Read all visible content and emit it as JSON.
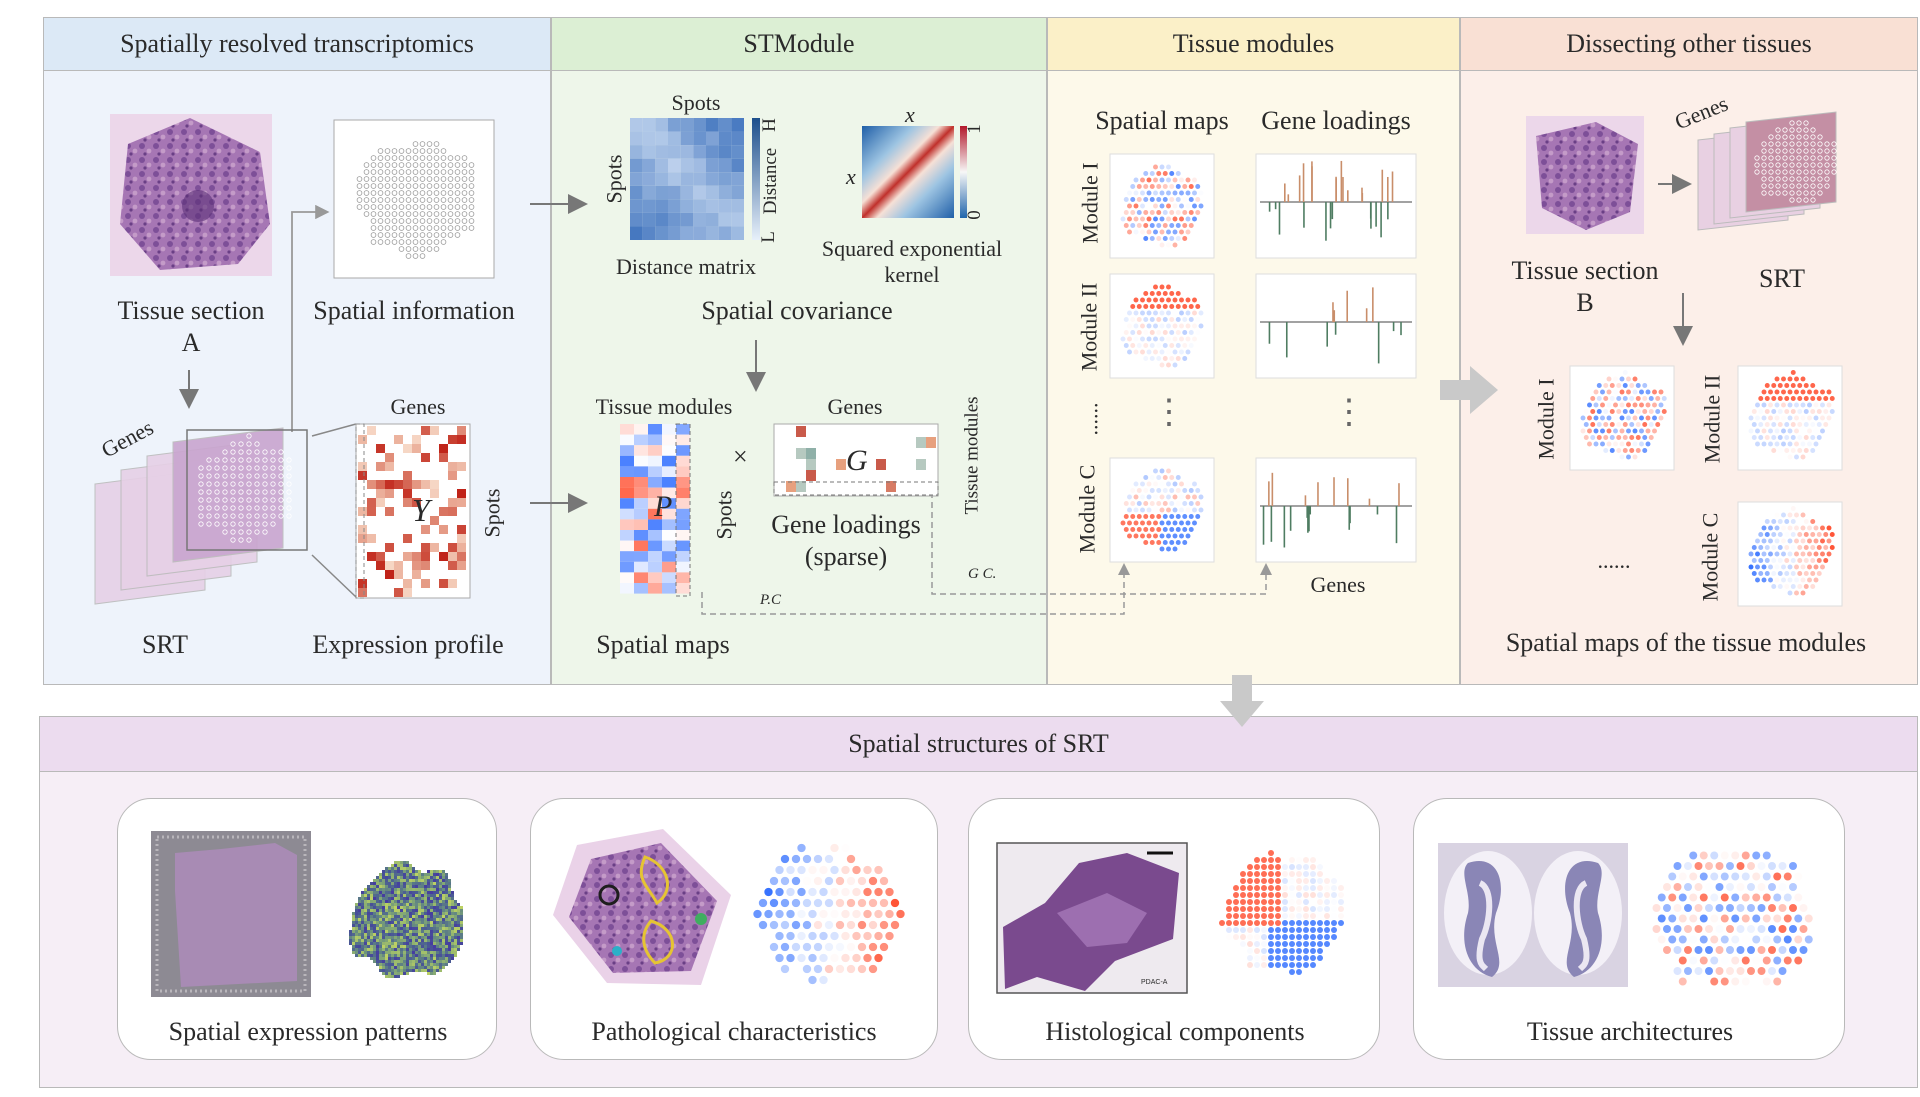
{
  "panels": {
    "srt": {
      "title": "Spatially resolved transcriptomics",
      "tissue_section": "Tissue section",
      "tissue_section_id": "A",
      "spatial_information": "Spatial information",
      "genes": "Genes",
      "srt": "SRT",
      "expression_profile": "Expression profile",
      "expr_genes": "Genes",
      "expr_spots": "Spots",
      "matrix_symbol": "Y"
    },
    "stmodule": {
      "title": "STModule",
      "spots_top": "Spots",
      "spots_side": "Spots",
      "distance": "Distance",
      "dist_high": "H",
      "dist_low": "L",
      "distance_matrix": "Distance matrix",
      "kernel_x_top": "x",
      "kernel_x_side": "x",
      "kernel_max": "1",
      "kernel_min": "0",
      "kernel_label_1": "Squared exponential",
      "kernel_label_2": "kernel",
      "spatial_covariance": "Spatial covariance",
      "tissue_modules": "Tissue modules",
      "p_symbol": "P",
      "p_spots": "Spots",
      "times": "×",
      "genes": "Genes",
      "g_symbol": "G",
      "g_tissue_modules": "Tissue modules",
      "gene_loadings_1": "Gene loadings",
      "gene_loadings_2": "(sparse)",
      "spatial_maps": "Spatial maps",
      "pc_label": "P.C",
      "gc_label": "G C."
    },
    "tissue_modules": {
      "title": "Tissue modules",
      "spatial_maps": "Spatial maps",
      "gene_loadings": "Gene loadings",
      "module_1": "Module I",
      "module_2": "Module II",
      "module_c": "Module C",
      "dots_v": "⋮",
      "dots_h": "......",
      "genes": "Genes"
    },
    "other": {
      "title": "Dissecting other tissues",
      "tissue_section": "Tissue section",
      "tissue_section_id": "B",
      "genes": "Genes",
      "srt": "SRT",
      "module_1": "Module I",
      "module_2": "Module II",
      "module_c": "Module C",
      "dots": "......",
      "spatial_maps": "Spatial maps of the tissue modules"
    }
  },
  "bottom": {
    "title": "Spatial structures of SRT",
    "cards": [
      {
        "label": "Spatial  expression patterns"
      },
      {
        "label": "Pathological characteristics"
      },
      {
        "label": "Histological components",
        "sample_tag": "PDAC-A"
      },
      {
        "label": "Tissue architectures"
      }
    ]
  },
  "colors": {
    "panel1_bg": "#eef3fb",
    "panel1_head": "#dce9f6",
    "panel2_bg": "#eef6ea",
    "panel2_head": "#dcefd4",
    "panel3_bg": "#fdf9ea",
    "panel3_head": "#fbf0c8",
    "panel4_bg": "#fcefe9",
    "panel4_head": "#f9e0d4",
    "bottom_bg": "#f6eef6",
    "bottom_head": "#ecdcef",
    "tissue_purple": "#9c6fae",
    "heat_red": "#c8402e",
    "heat_blue": "#3a64b0"
  }
}
